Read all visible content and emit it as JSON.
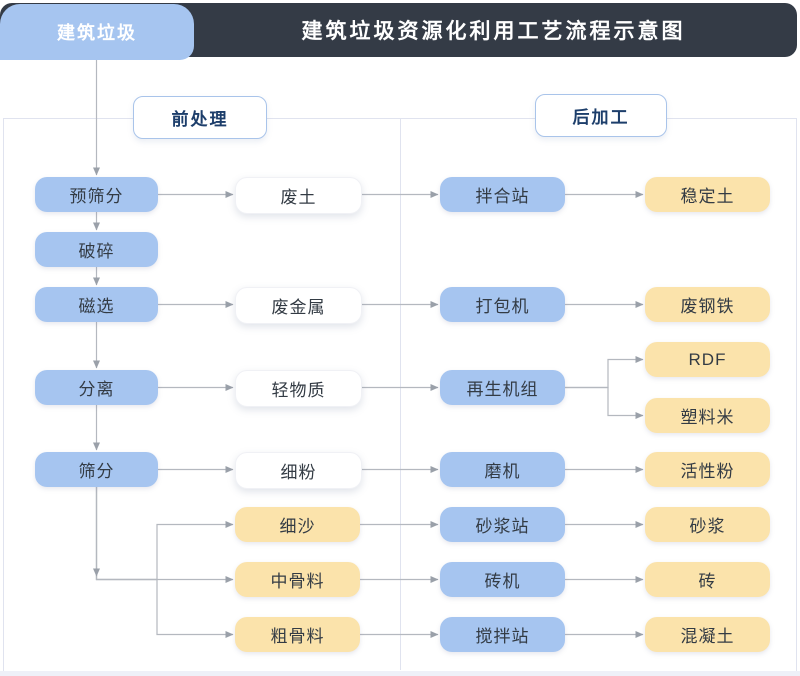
{
  "header": {
    "tab": "建筑垃圾",
    "title": "建筑垃圾资源化利用工艺流程示意图"
  },
  "sections": [
    {
      "id": "pre",
      "label": "前处理"
    },
    {
      "id": "post",
      "label": "后加工"
    }
  ],
  "colors": {
    "header_bg": "#343b46",
    "tab_bg": "#a6c5f0",
    "node_blue": "#a6c5f0",
    "node_yellow": "#fbe3ab",
    "node_white": "#ffffff",
    "section_border": "#a9c4ea",
    "section_text": "#1d3e6b",
    "edge_line": "#b4b8bf",
    "arrowhead": "#9aa0a9",
    "frame_line": "#e0e3ef"
  },
  "nodes": [
    {
      "id": "pre_screen",
      "label": "预筛分",
      "variant": "blue"
    },
    {
      "id": "crush",
      "label": "破碎",
      "variant": "blue"
    },
    {
      "id": "magnetic",
      "label": "磁选",
      "variant": "blue"
    },
    {
      "id": "separate",
      "label": "分离",
      "variant": "blue"
    },
    {
      "id": "sieve",
      "label": "筛分",
      "variant": "blue"
    },
    {
      "id": "waste_soil",
      "label": "废土",
      "variant": "white"
    },
    {
      "id": "waste_metal",
      "label": "废金属",
      "variant": "white"
    },
    {
      "id": "light_matter",
      "label": "轻物质",
      "variant": "white"
    },
    {
      "id": "fine_powder",
      "label": "细粉",
      "variant": "white"
    },
    {
      "id": "fine_sand",
      "label": "细沙",
      "variant": "yellow"
    },
    {
      "id": "mid_agg",
      "label": "中骨料",
      "variant": "yellow"
    },
    {
      "id": "coarse_agg",
      "label": "粗骨料",
      "variant": "yellow"
    },
    {
      "id": "mix_station",
      "label": "拌合站",
      "variant": "blue"
    },
    {
      "id": "baler",
      "label": "打包机",
      "variant": "blue"
    },
    {
      "id": "regen_unit",
      "label": "再生机组",
      "variant": "blue"
    },
    {
      "id": "mill",
      "label": "磨机",
      "variant": "blue"
    },
    {
      "id": "mortar_station",
      "label": "砂浆站",
      "variant": "blue"
    },
    {
      "id": "brick_machine",
      "label": "砖机",
      "variant": "blue"
    },
    {
      "id": "stir_station",
      "label": "搅拌站",
      "variant": "blue"
    },
    {
      "id": "stable_soil",
      "label": "稳定土",
      "variant": "yellow"
    },
    {
      "id": "scrap_steel",
      "label": "废钢铁",
      "variant": "yellow"
    },
    {
      "id": "rdf",
      "label": "RDF",
      "variant": "yellow"
    },
    {
      "id": "plastic_rice",
      "label": "塑料米",
      "variant": "yellow"
    },
    {
      "id": "active_powder",
      "label": "活性粉",
      "variant": "yellow"
    },
    {
      "id": "mortar",
      "label": "砂浆",
      "variant": "yellow"
    },
    {
      "id": "brick",
      "label": "砖",
      "variant": "yellow"
    },
    {
      "id": "concrete",
      "label": "混凝土",
      "variant": "yellow"
    }
  ],
  "edges": [
    {
      "from": "start",
      "to": "pre_screen"
    },
    {
      "from": "pre_screen",
      "to": "crush"
    },
    {
      "from": "crush",
      "to": "magnetic"
    },
    {
      "from": "magnetic",
      "to": "separate"
    },
    {
      "from": "separate",
      "to": "sieve"
    },
    {
      "from": "pre_screen",
      "to": "waste_soil"
    },
    {
      "from": "magnetic",
      "to": "waste_metal"
    },
    {
      "from": "separate",
      "to": "light_matter"
    },
    {
      "from": "sieve",
      "to": "fine_powder"
    },
    {
      "from": "sieve",
      "to": "fine_sand"
    },
    {
      "from": "sieve",
      "to": "mid_agg"
    },
    {
      "from": "sieve",
      "to": "coarse_agg"
    },
    {
      "from": "waste_soil",
      "to": "mix_station"
    },
    {
      "from": "waste_metal",
      "to": "baler"
    },
    {
      "from": "light_matter",
      "to": "regen_unit"
    },
    {
      "from": "fine_powder",
      "to": "mill"
    },
    {
      "from": "fine_sand",
      "to": "mortar_station"
    },
    {
      "from": "mid_agg",
      "to": "brick_machine"
    },
    {
      "from": "coarse_agg",
      "to": "stir_station"
    },
    {
      "from": "mix_station",
      "to": "stable_soil"
    },
    {
      "from": "baler",
      "to": "scrap_steel"
    },
    {
      "from": "regen_unit",
      "to": "rdf"
    },
    {
      "from": "regen_unit",
      "to": "plastic_rice"
    },
    {
      "from": "mill",
      "to": "active_powder"
    },
    {
      "from": "mortar_station",
      "to": "mortar"
    },
    {
      "from": "brick_machine",
      "to": "brick"
    },
    {
      "from": "stir_station",
      "to": "concrete"
    }
  ]
}
